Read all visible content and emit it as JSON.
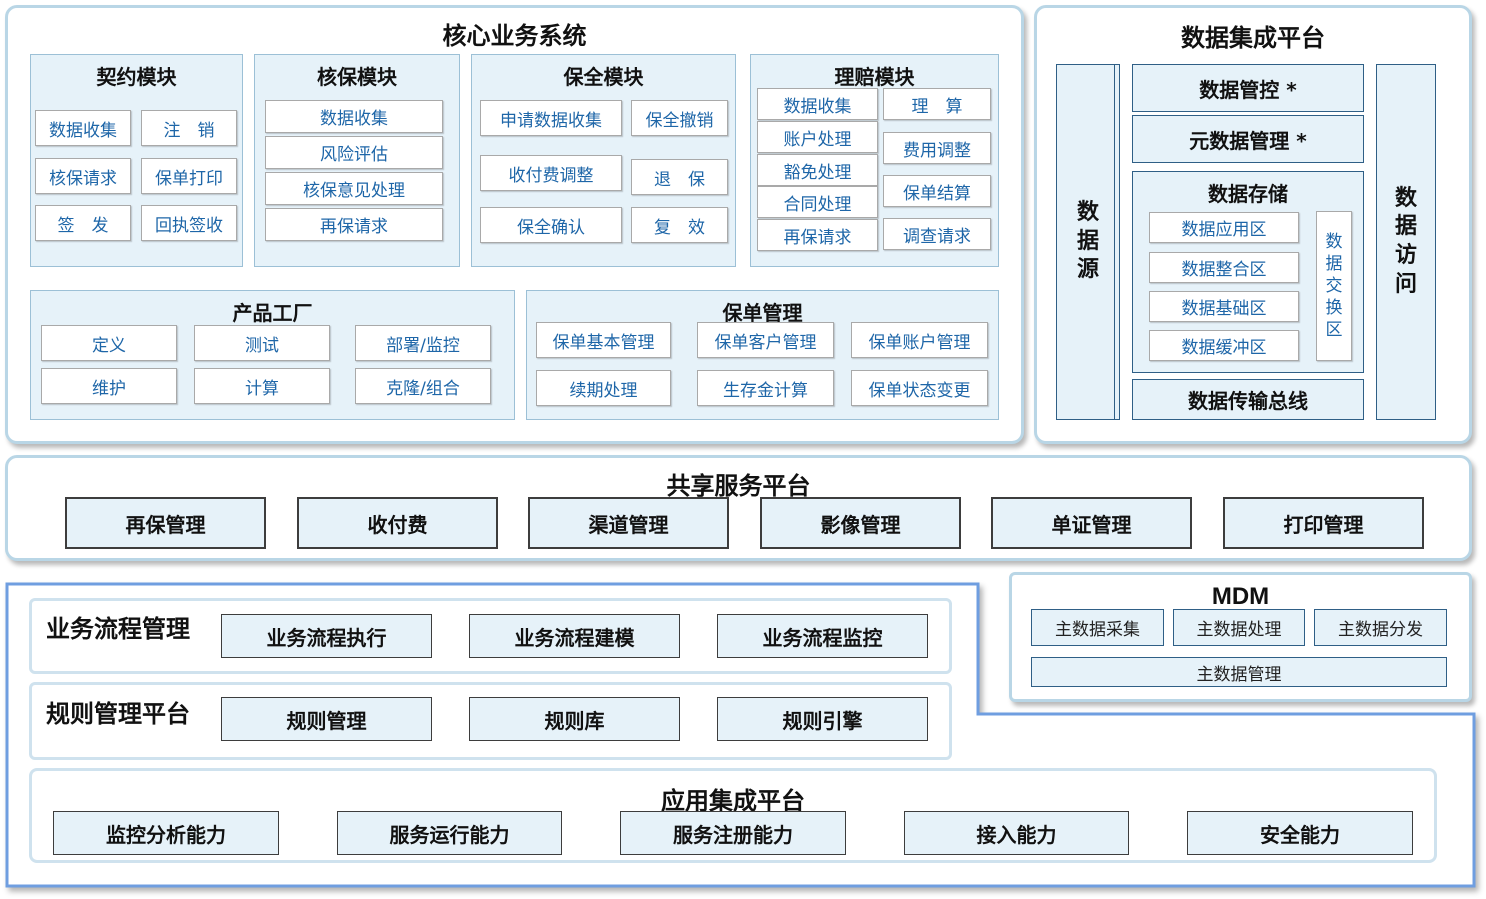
{
  "core": {
    "title": "核心业务系统",
    "contract": {
      "title": "契约模块",
      "items": [
        "数据收集",
        "注　销",
        "核保请求",
        "保单打印",
        "签　发",
        "回执签收"
      ]
    },
    "underwriting": {
      "title": "核保模块",
      "items": [
        "数据收集",
        "风险评估",
        "核保意见处理",
        "再保请求"
      ]
    },
    "preservation": {
      "title": "保全模块",
      "items": [
        "申请数据收集",
        "保全撤销",
        "收付费调整",
        "退　保",
        "保全确认",
        "复　效"
      ]
    },
    "claims": {
      "title": "理赔模块",
      "items": [
        "数据收集",
        "理　算",
        "账户处理",
        "费用调整",
        "豁免处理",
        "保单结算",
        "合同处理",
        "调查请求",
        "再保请求"
      ]
    },
    "product": {
      "title": "产品工厂",
      "items": [
        "定义",
        "测试",
        "部署/监控",
        "维护",
        "计算",
        "克隆/组合"
      ]
    },
    "policy": {
      "title": "保单管理",
      "items": [
        "保单基本管理",
        "保单客户管理",
        "保单账户管理",
        "续期处理",
        "生存金计算",
        "保单状态变更"
      ]
    }
  },
  "integration": {
    "title": "数据集成平台",
    "source_chars": [
      "数",
      "据",
      "源"
    ],
    "access_chars": [
      "数",
      "据",
      "访",
      "问"
    ],
    "control": "数据管控 *",
    "metadata": "元数据管理 *",
    "storage": {
      "title": "数据存储",
      "items": [
        "数据应用区",
        "数据整合区",
        "数据基础区",
        "数据缓冲区"
      ],
      "exchange_chars": [
        "数",
        "据",
        "交",
        "换",
        "区"
      ]
    },
    "bus": "数据传输总线"
  },
  "shared": {
    "title": "共享服务平台",
    "items": [
      "再保管理",
      "收付费",
      "渠道管理",
      "影像管理",
      "单证管理",
      "打印管理"
    ]
  },
  "mdm": {
    "title": "MDM",
    "items": [
      "主数据采集",
      "主数据处理",
      "主数据分发"
    ],
    "bottom": "主数据管理"
  },
  "bpm": {
    "title": "业务流程管理",
    "items": [
      "业务流程执行",
      "业务流程建模",
      "业务流程监控"
    ]
  },
  "rules": {
    "title": "规则管理平台",
    "items": [
      "规则管理",
      "规则库",
      "规则引擎"
    ]
  },
  "app": {
    "title": "应用集成平台",
    "items": [
      "监控分析能力",
      "服务运行能力",
      "服务注册能力",
      "接入能力",
      "安全能力"
    ]
  }
}
